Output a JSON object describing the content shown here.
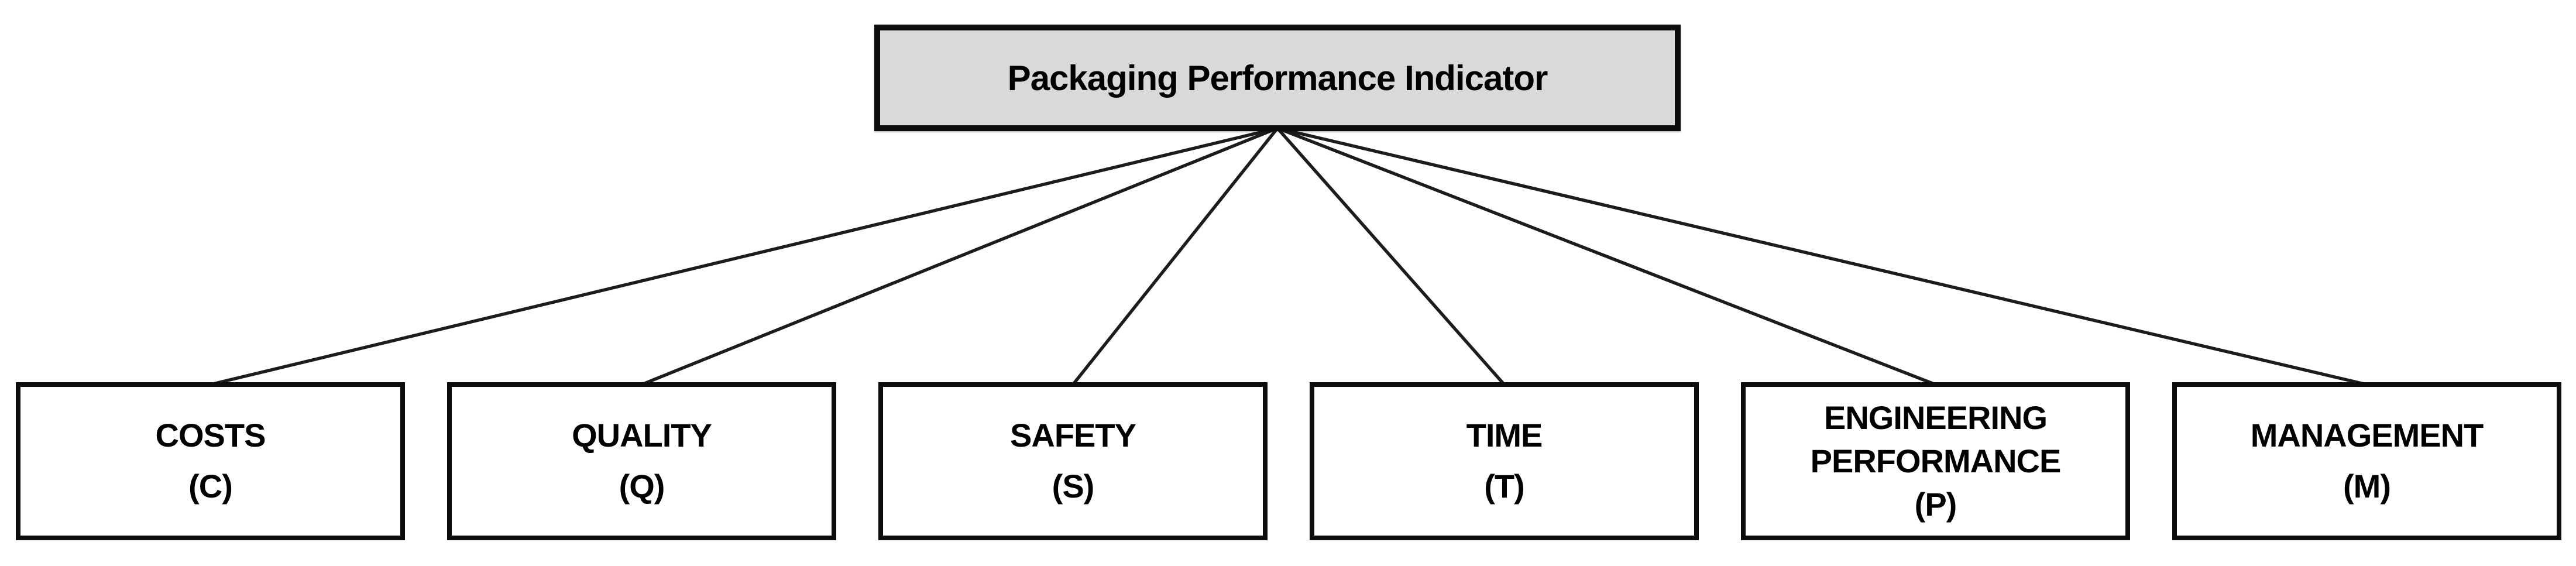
{
  "diagram": {
    "title": "Packaging Performance Indicator",
    "nodes": [
      {
        "label": "COSTS",
        "code": "(C)"
      },
      {
        "label": "QUALITY",
        "code": "(Q)"
      },
      {
        "label": "SAFETY",
        "code": "(S)"
      },
      {
        "label": "TIME",
        "code": "(T)"
      },
      {
        "label": "ENGINEERING PERFORMANCE",
        "code": "(P)"
      },
      {
        "label": "MANAGEMENT",
        "code": "(M)"
      }
    ],
    "colors": {
      "background": "#ffffff",
      "root_fill": "#d9d9d9",
      "node_fill": "#ffffff",
      "border": "#0d0d0d",
      "connector": "#1c1c1c",
      "text": "#000000"
    }
  }
}
